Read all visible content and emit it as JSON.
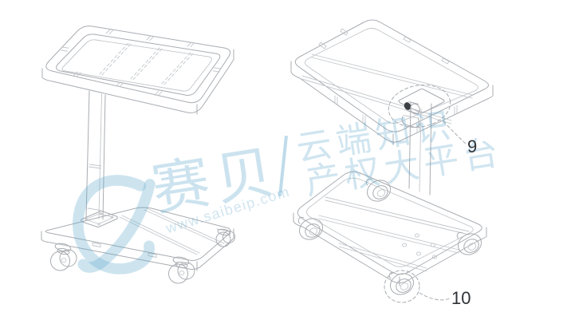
{
  "page": {
    "background": "#ffffff",
    "description": "patent-style line drawing, two perspective views of a rolling caster table"
  },
  "drawing": {
    "line_color": "#a8acb1",
    "light_line_color": "#c2c6ca",
    "label_color": "#2e3237",
    "labels": {
      "part_9": "9",
      "part_10": "10"
    },
    "figures": {
      "left": "cart-assembled-top-perspective",
      "right": "cart-underside-perspective"
    }
  },
  "watermark": {
    "logo": "saibei-logo-mark",
    "brand": "赛贝",
    "tagline_line1": "云端知识",
    "tagline_line2": "产权大平台",
    "url": "www.saibeip.com",
    "color": "#64aacd"
  }
}
